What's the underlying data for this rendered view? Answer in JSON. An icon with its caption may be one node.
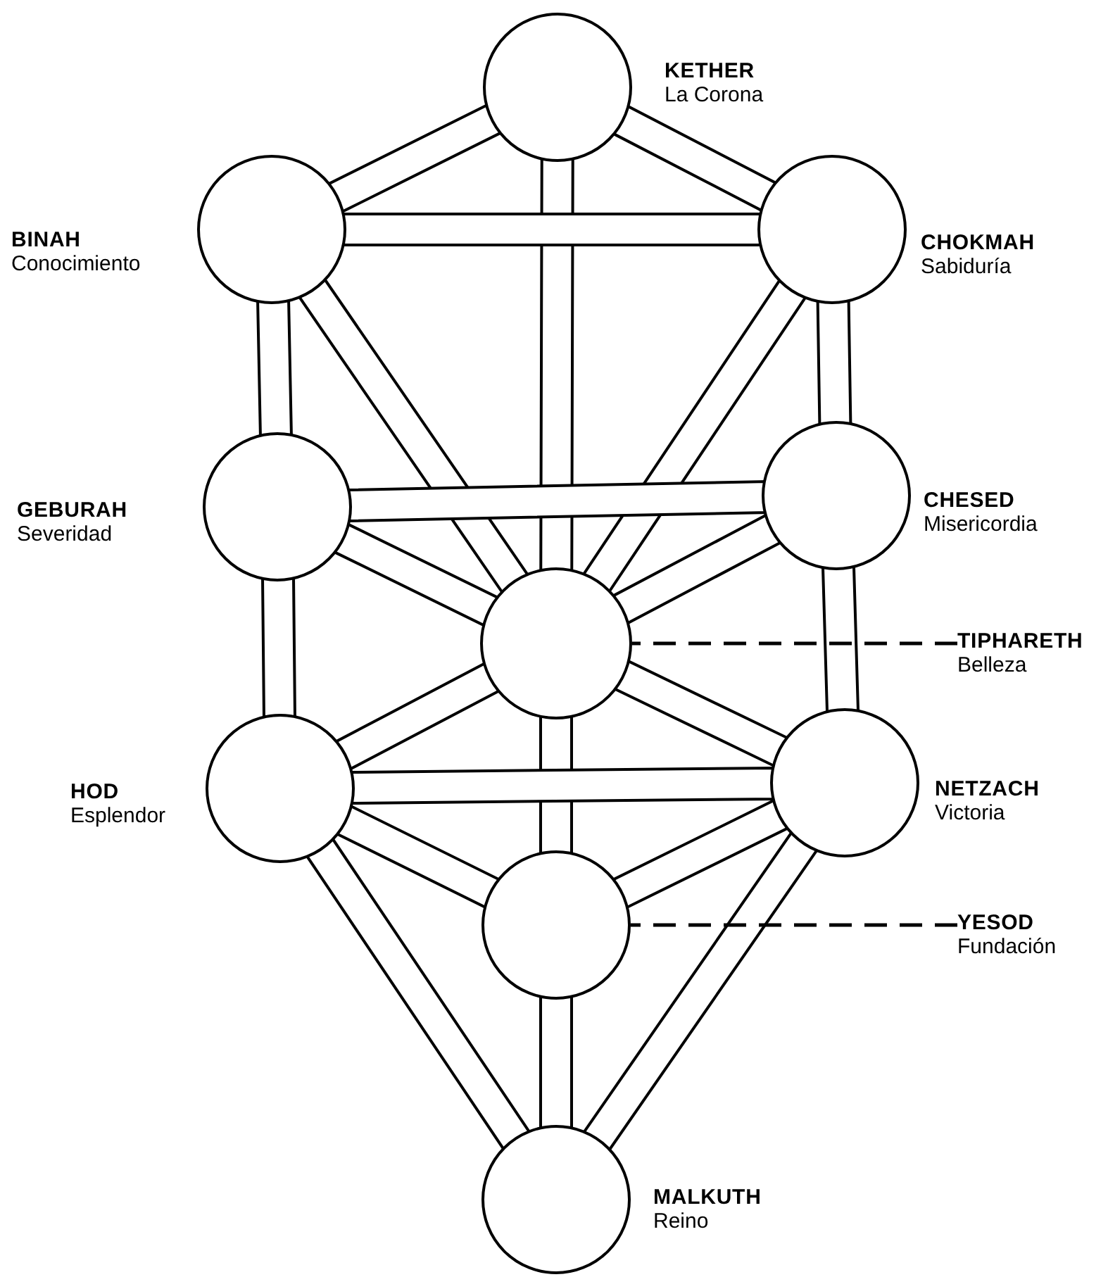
{
  "diagram": {
    "nodes": [
      {
        "text": [
          "KETHER",
          "La Corona"
        ]
      },
      {
        "text": [
          "BINAH",
          "Conocimiento"
        ]
      },
      {
        "text": [
          "CHOKMAH",
          "Sabiduría"
        ]
      },
      {
        "text": [
          "GEBURAH",
          "Severidad"
        ]
      },
      {
        "text": [
          "CHESED",
          "Misericordia"
        ]
      },
      {
        "text": [],
        "shape": "circle"
      },
      {
        "text": [
          "TIPHARETH",
          "Belleza"
        ]
      },
      {
        "text": [
          "HOD",
          "Esplendor"
        ]
      },
      {
        "text": [
          "NETZACH",
          "Victoria"
        ]
      },
      {
        "text": [],
        "shape": "circle"
      },
      {
        "text": [
          "YESOD",
          "Fundación"
        ]
      },
      {
        "text": [
          "MALKUTH",
          "Reino"
        ]
      }
    ],
    "edges": [
      {
        "from": 0,
        "to": 1,
        "arrow": "none"
      },
      {
        "from": 0,
        "to": 2,
        "arrow": "none"
      },
      {
        "from": 0,
        "to": 5,
        "arrow": "none"
      },
      {
        "from": 1,
        "to": 5,
        "arrow": "none"
      },
      {
        "from": 2,
        "to": 5,
        "arrow": "none"
      },
      {
        "from": 1,
        "to": 3,
        "arrow": "none"
      },
      {
        "from": 2,
        "to": 4,
        "arrow": "none"
      },
      {
        "from": 3,
        "to": 5,
        "arrow": "none"
      },
      {
        "from": 4,
        "to": 5,
        "arrow": "none"
      },
      {
        "from": 3,
        "to": 7,
        "arrow": "none"
      },
      {
        "from": 4,
        "to": 8,
        "arrow": "none"
      },
      {
        "from": 5,
        "to": 7,
        "arrow": "none"
      },
      {
        "from": 5,
        "to": 8,
        "arrow": "none"
      },
      {
        "from": 5,
        "to": 9,
        "arrow": "none"
      },
      {
        "from": 7,
        "to": 9,
        "arrow": "none"
      },
      {
        "from": 8,
        "to": 9,
        "arrow": "none"
      },
      {
        "from": 7,
        "to": 11,
        "arrow": "none"
      },
      {
        "from": 8,
        "to": 11,
        "arrow": "none"
      },
      {
        "from": 9,
        "to": 11,
        "arrow": "none"
      },
      {
        "from": 1,
        "to": 2,
        "arrow": "none"
      },
      {
        "from": 3,
        "to": 4,
        "arrow": "none"
      },
      {
        "from": 7,
        "to": 8,
        "arrow": "none"
      },
      {
        "from": 6,
        "to": 5,
        "arrow": "none",
        "style": "dashed"
      },
      {
        "from": 10,
        "to": 9,
        "arrow": "none",
        "style": "dashed"
      }
    ]
  }
}
